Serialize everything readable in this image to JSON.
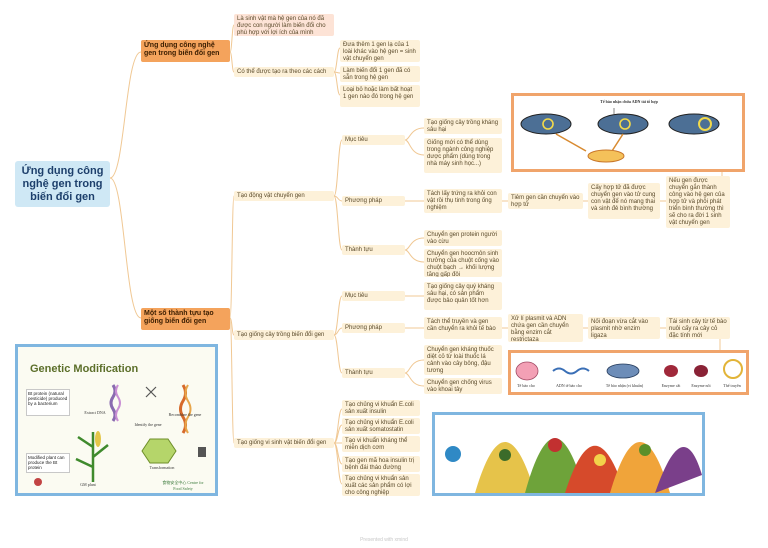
{
  "root": {
    "title": "Ứng dụng công nghệ gen trong biến đổi gen"
  },
  "branch1": {
    "title": "Ứng dụng công nghệ gen trong biến đổi gen",
    "def": "Là sinh vật mà hệ gen của nó đã được con người làm biến đổi cho phù hợp với lợi ích của mình",
    "methods_label": "Có thể được tạo ra theo các cách",
    "methods": [
      "Đưa thêm 1 gen lạ của 1 loài khác vào hệ gen = sinh vật chuyển gen",
      "Làm biến đổi 1 gen đã có sẵn trong hệ gen",
      "Loại bỏ hoặc làm bất hoạt 1 gen nào đó trong hệ gen"
    ]
  },
  "branch2": {
    "title": "Một số thành tựu tạo giống biến đổi gen",
    "animals": {
      "label": "Tạo động vật chuyển gen",
      "goal_label": "Mục tiêu",
      "goals": [
        "Tạo giống cây trồng kháng sâu hại",
        "Giống mới có thể dùng trong ngành công nghiệp dược phẩm (dùng trong nhà máy sinh học...)"
      ],
      "method_label": "Phương pháp",
      "method_steps": [
        "Tách lấy trứng ra khỏi con vật rồi thụ tinh trong ống nghiệm",
        "Tiêm gen cần chuyển vào hợp tử",
        "Cấy hợp tử đã được chuyển gen vào tử cung con vật để nó mang thai và sinh đẻ bình thường",
        "Nếu gen được chuyển gắn thành công vào hệ gen của hợp tử và phôi phát triển bình thường thì sẽ cho ra đời 1 sinh vật chuyển gen"
      ],
      "result_label": "Thành tựu",
      "results": [
        "Chuyển gen protein người vào cừu",
        "Chuyển gen hoocmôn sinh trưởng của chuột cống vào chuột bạch → khối lượng tăng gấp đôi"
      ]
    },
    "plants": {
      "label": "Tạo giống cây trồng biến đổi gen",
      "goal_label": "Mục tiêu",
      "goal": "Tạo giống cây quý kháng sâu hại, có sản phẩm được bảo quản tốt hơn",
      "method_label": "Phương pháp",
      "method_steps": [
        "Tách thể truyền và gen cần chuyển ra khỏi tế bào",
        "Xử lí plasmit và ADN chứa gen cần chuyển bằng enzim cắt restrictaza",
        "Nối đoạn vừa cắt vào plasmit nhờ enzim ligaza",
        "Tái sinh cây từ tế bào nuôi cấy ra cây cỏ đặc tính mới"
      ],
      "result_label": "Thành tựu",
      "results": [
        "Chuyển gen kháng thuốc diệt cỏ từ loài thuốc lá cảnh vào cây bông, đậu tương",
        "Chuyển gen chống virus vào khoai tây"
      ]
    },
    "microbes": {
      "label": "Tạo giống vi sinh vật biến đổi gen",
      "items": [
        "Tạo chủng vi khuẩn E.coli sản xuất insulin",
        "Tạo chủng vi khuẩn E.coli sản xuất somatostatin",
        "Tạo vi khuẩn kháng thể miễn dịch cơm",
        "Tạo gen mã hoa insulin trị bệnh đái tháo đường",
        "Tạo chủng vi khuẩn sản xuất các sản phẩm có lợi cho công nghiệp"
      ]
    }
  },
  "figure_cells": {
    "caption": "Tế bào nhận chứa ADN tái tổ hợp"
  },
  "figure_plasmid": {
    "labels": [
      "Tế bào cho",
      "ADN tế bào cho",
      "Tế bào nhận (vi khuẩn)",
      "Enzyme cắt",
      "Enzyme nối",
      "Thể truyền"
    ]
  },
  "figure_gm": {
    "title": "Genetic Modification",
    "box1": "Bt protein (natural pesticide) produced by a bacterium",
    "box1_highlight": "bacterium",
    "box2": "Modified plant can produce the Bt protein",
    "labels": [
      "Extract DNA",
      "Identify the gene",
      "Recombine the gene",
      "Transformation",
      "GM plant"
    ],
    "logo_text": "食物安全中心 Centre for Food Safety"
  },
  "footer": "Presented with xmind",
  "colors": {
    "root_bg": "#cfe8f5",
    "level1_bg": "#f4a35c",
    "leaf_bg": "#fdf1d9",
    "line": "#f0c894",
    "panel_border": "#f0a46b",
    "gm_border": "#7fb6e0",
    "dna_border": "#7fb6e0"
  }
}
